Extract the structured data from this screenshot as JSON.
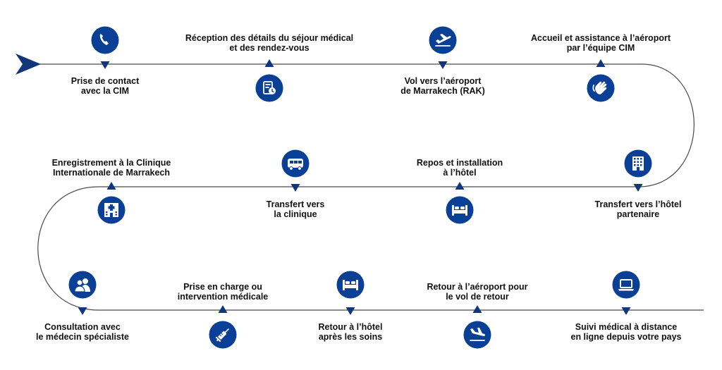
{
  "colors": {
    "line": "#4a4a4a",
    "icon_bg": "#0a3f96",
    "accent": "#12367a",
    "text": "#111111"
  },
  "steps": [
    {
      "lines": [
        "Prise de contact",
        "avec la CIM"
      ],
      "icon": "phone-icon"
    },
    {
      "lines": [
        "Réception des détails du séjour médical",
        "et des rendez-vous"
      ],
      "icon": "document-clock-icon"
    },
    {
      "lines": [
        "Vol vers l’aéroport",
        "de Marrakech (RAK)"
      ],
      "icon": "plane-departure-icon"
    },
    {
      "lines": [
        "Accueil et assistance à l’aéroport",
        "par l’équipe CIM"
      ],
      "icon": "waving-hand-icon"
    },
    {
      "lines": [
        "Transfert vers l’hôtel",
        "partenaire"
      ],
      "icon": "hotel-building-icon"
    },
    {
      "lines": [
        "Repos et installation",
        "à l’hôtel"
      ],
      "icon": "bed-icon"
    },
    {
      "lines": [
        "Transfert vers",
        "la clinique"
      ],
      "icon": "bus-icon"
    },
    {
      "lines": [
        "Enregistrement à la Clinique",
        "Internationale de Marrakech"
      ],
      "icon": "hospital-icon"
    },
    {
      "lines": [
        "Consultation avec",
        "le médecin spécialiste"
      ],
      "icon": "users-icon"
    },
    {
      "lines": [
        "Prise en charge ou",
        "intervention médicale"
      ],
      "icon": "syringe-icon"
    },
    {
      "lines": [
        "Retour à l’hôtel",
        "après les soins"
      ],
      "icon": "bed-icon"
    },
    {
      "lines": [
        "Retour à l’aéroport pour",
        "le vol de retour"
      ],
      "icon": "plane-arrival-icon"
    },
    {
      "lines": [
        "Suivi médical à distance",
        "en ligne depuis votre pays"
      ],
      "icon": "laptop-icon"
    }
  ]
}
